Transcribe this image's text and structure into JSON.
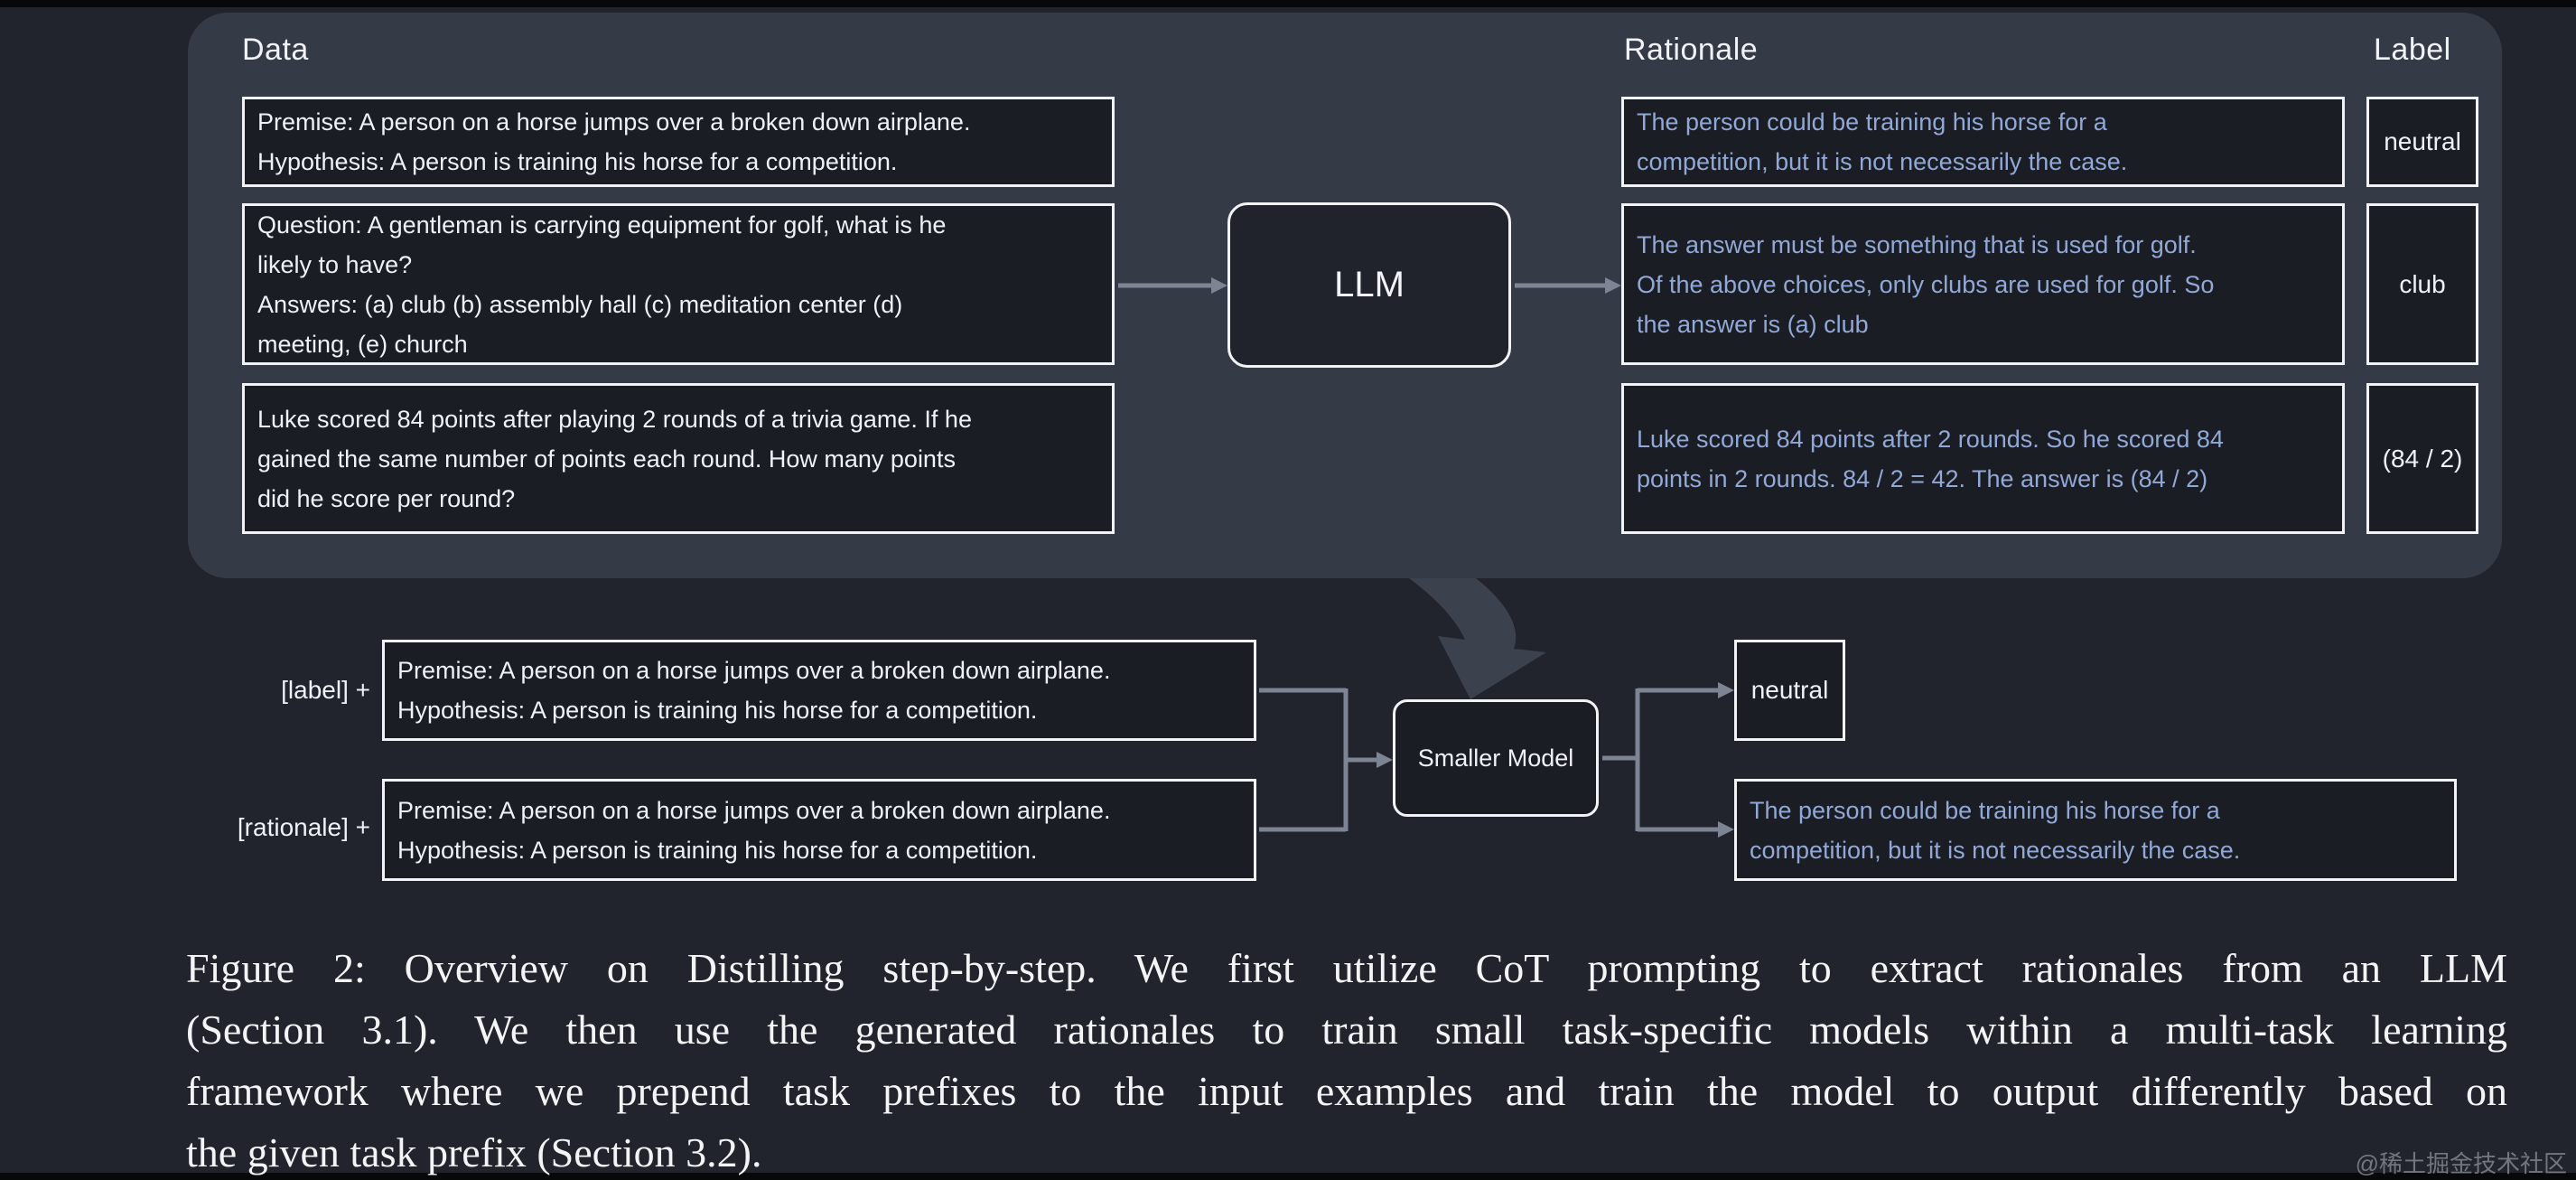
{
  "top_panel": {
    "data_header": "Data",
    "rationale_header": "Rationale",
    "label_header": "Label",
    "llm_box_label": "LLM",
    "rows": [
      {
        "data": "Premise: A person on a horse jumps over a broken down airplane.\nHypothesis: A person is training his horse for a competition.",
        "rationale": "The person could be training his horse for a\ncompetition, but it is not necessarily the case.",
        "label": "neutral"
      },
      {
        "data": "Question: A gentleman is carrying equipment for golf, what is he\nlikely to have?\nAnswers: (a) club (b) assembly hall (c) meditation center (d)\nmeeting, (e) church",
        "rationale": "The answer must be something that is used for golf.\nOf the above choices, only clubs are used for golf. So\nthe answer is (a) club",
        "label": "club"
      },
      {
        "data": "Luke scored 84 points after playing 2 rounds of a trivia game. If he\ngained the same number of points each round. How many points\ndid he score per round?",
        "rationale": "Luke scored 84 points after 2 rounds. So he scored 84\npoints in 2 rounds. 84 / 2 = 42. The answer is (84 / 2)",
        "label": "(84 / 2)"
      }
    ]
  },
  "bottom": {
    "label_prefix": "[label] +",
    "rationale_prefix": "[rationale] +",
    "input_for_label": "Premise: A person on a horse jumps over a broken down airplane.\nHypothesis: A person is training his horse for a competition.",
    "input_for_rationale": "Premise: A person on a horse jumps over a broken down airplane.\nHypothesis: A person is training his horse for a competition.",
    "smaller_model_label": "Smaller Model",
    "output_label": "neutral",
    "output_rationale": "The person could be training his horse for a\ncompetition, but it is not necessarily the case."
  },
  "caption": {
    "line1": "Figure 2: Overview on Distilling step-by-step. We first utilize CoT prompting to extract rationales from an LLM",
    "line2": "(Section 3.1). We then use the generated rationales to train small task-specific models within a multi-task learning",
    "line3": "framework where we prepend task prefixes to the input examples and train the model to output differently based on",
    "line4": "the given task prefix (Section 3.2)."
  },
  "watermark": "@稀土掘金技术社区",
  "colors": {
    "background": "#21242c",
    "panel": "#353a47",
    "box_fill": "#1a1d24",
    "box_border": "#f2f3f6",
    "rationale_text": "#92a8d6",
    "arrow": "#7d8494",
    "big_arrow": "#3c414e"
  }
}
